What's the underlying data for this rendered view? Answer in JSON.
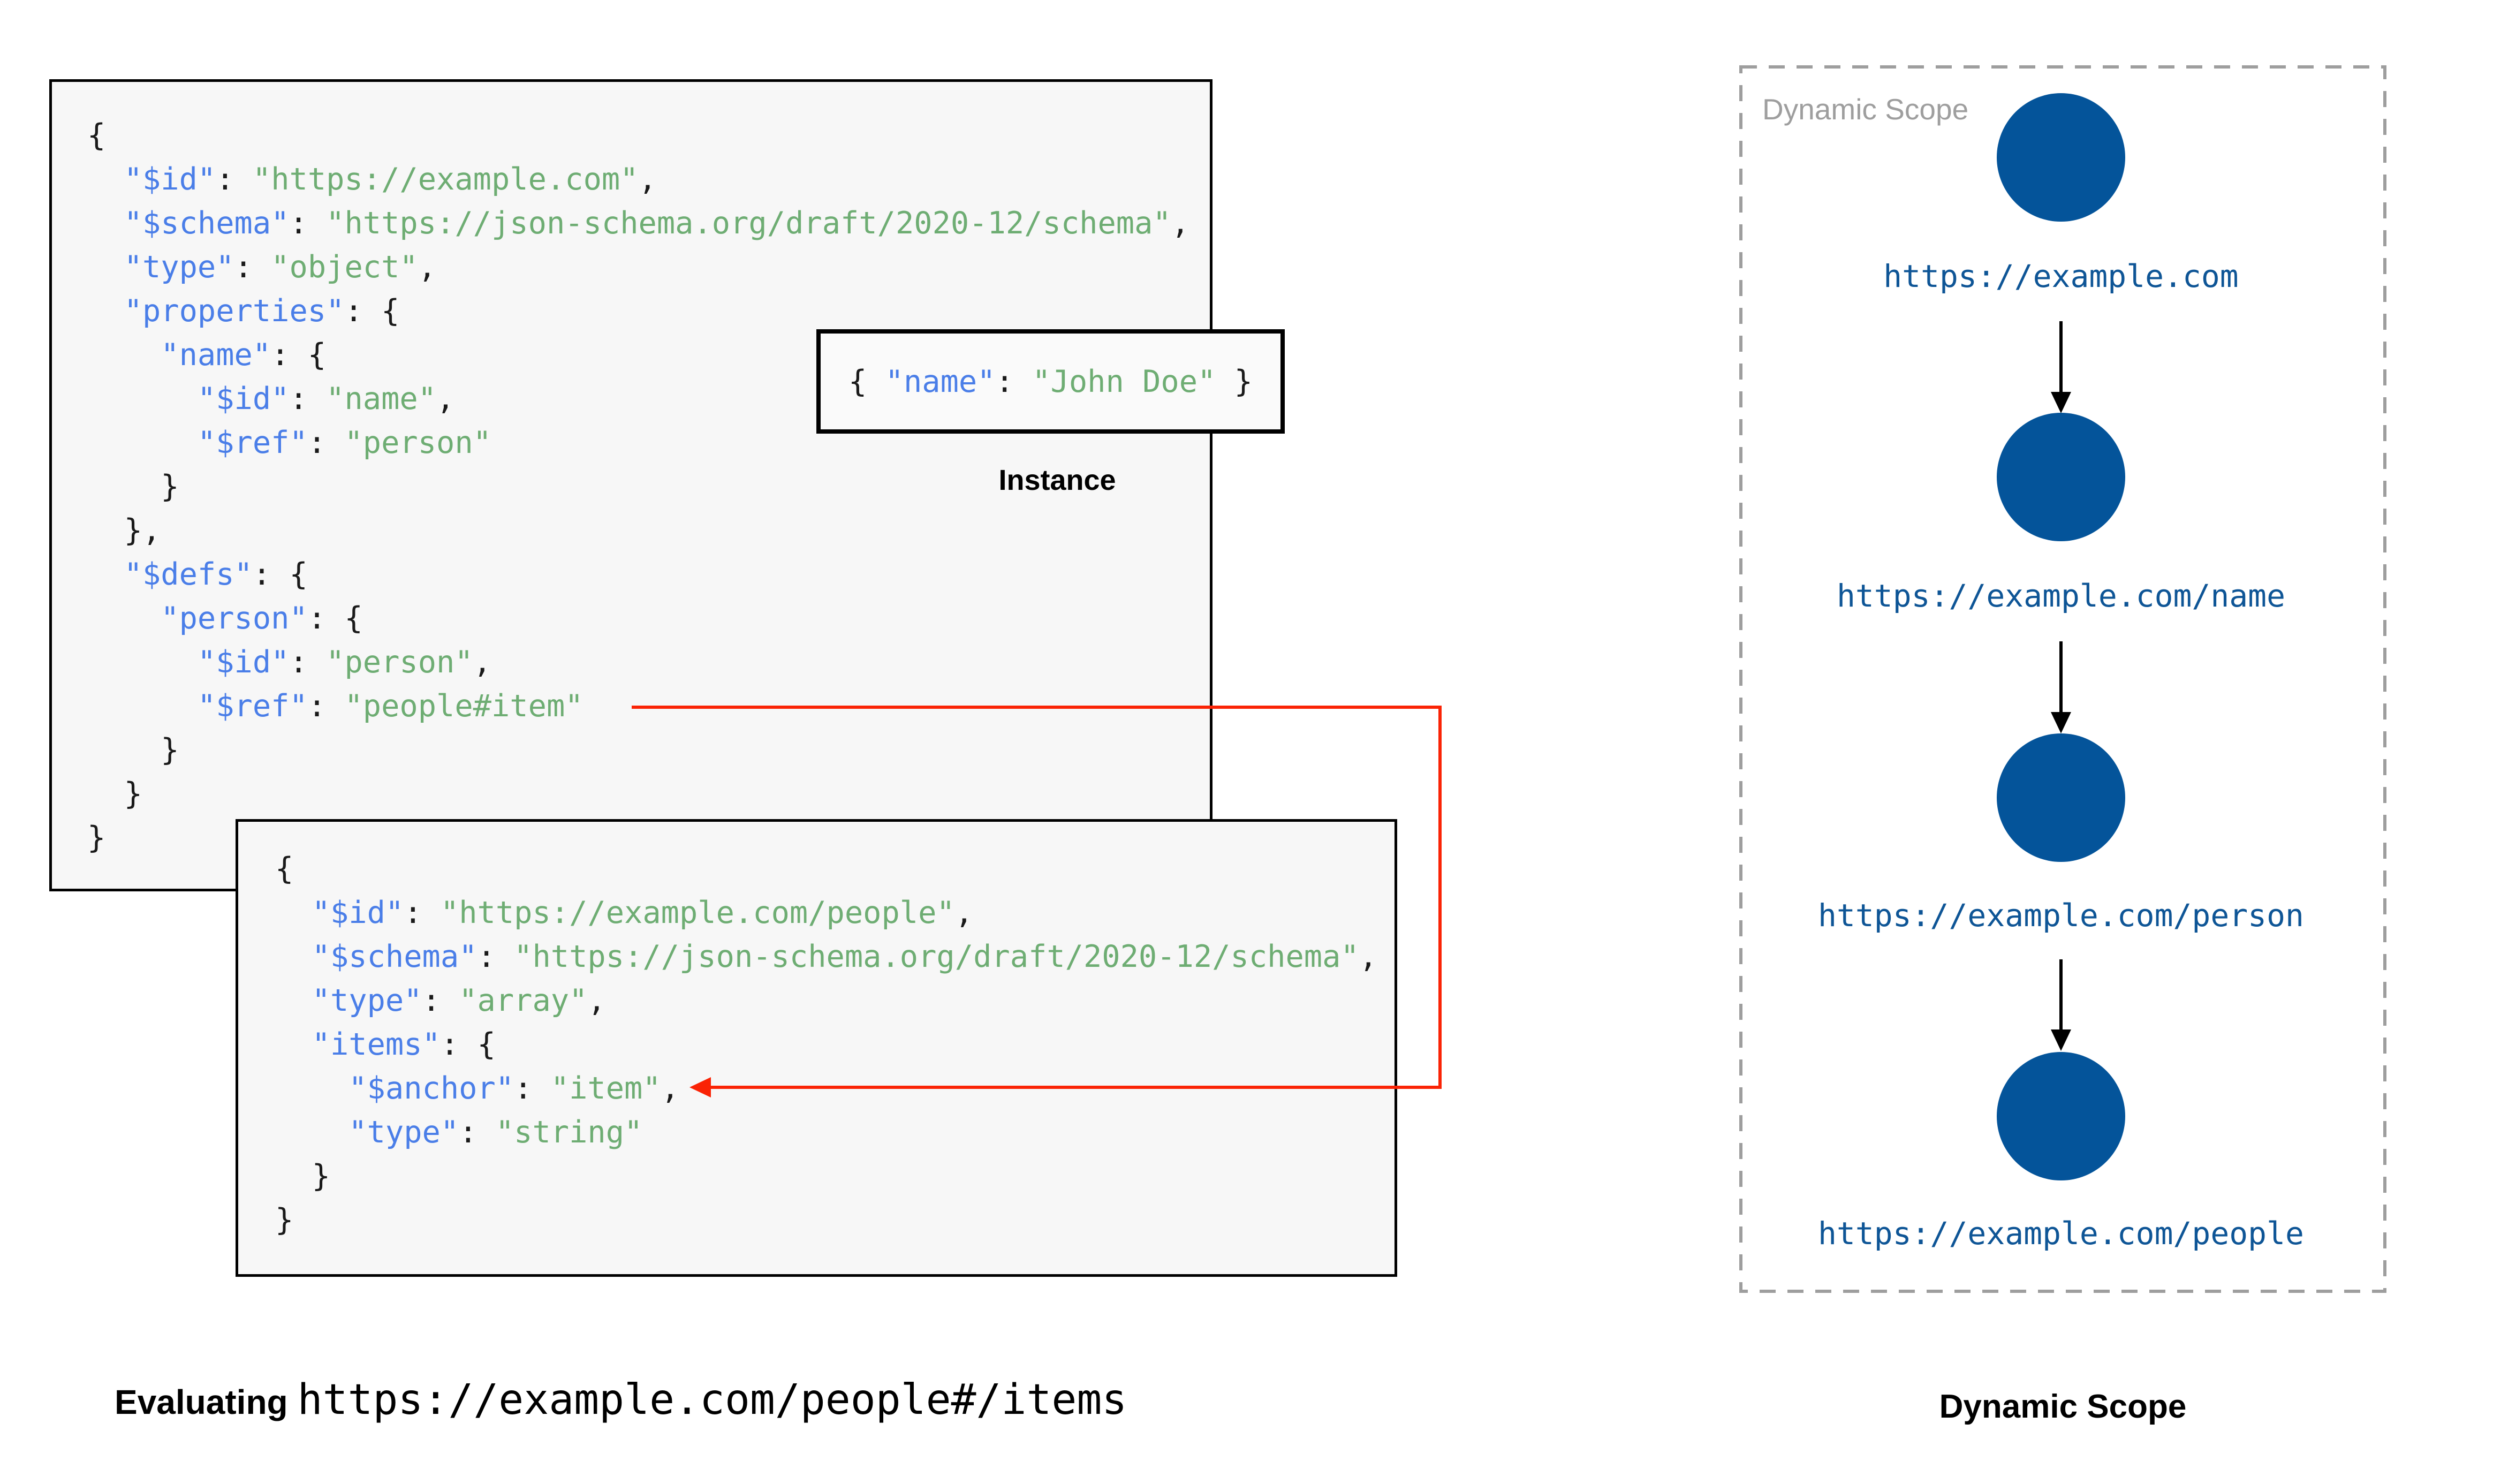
{
  "colors": {
    "key": "#4a7ee8",
    "string": "#6ead73",
    "punct": "#1a1a1a",
    "box_bg": "#f7f7f7",
    "box_border": "#000000",
    "node_blue": "#04549a",
    "url_blue": "#0e5596",
    "red": "#fa2305",
    "label_gray": "#9e9e9e"
  },
  "schema_a": {
    "lines": [
      [
        [
          "p",
          "{"
        ]
      ],
      [
        [
          "p",
          "  "
        ],
        [
          "k",
          "\"$id\""
        ],
        [
          "p",
          ": "
        ],
        [
          "s",
          "\"https://example.com\""
        ],
        [
          "p",
          ","
        ]
      ],
      [
        [
          "p",
          "  "
        ],
        [
          "k",
          "\"$schema\""
        ],
        [
          "p",
          ": "
        ],
        [
          "s",
          "\"https://json-schema.org/draft/2020-12/schema\""
        ],
        [
          "p",
          ","
        ]
      ],
      [
        [
          "p",
          "  "
        ],
        [
          "k",
          "\"type\""
        ],
        [
          "p",
          ": "
        ],
        [
          "s",
          "\"object\""
        ],
        [
          "p",
          ","
        ]
      ],
      [
        [
          "p",
          "  "
        ],
        [
          "k",
          "\"properties\""
        ],
        [
          "p",
          ": {"
        ]
      ],
      [
        [
          "p",
          "    "
        ],
        [
          "k",
          "\"name\""
        ],
        [
          "p",
          ": {"
        ]
      ],
      [
        [
          "p",
          "      "
        ],
        [
          "k",
          "\"$id\""
        ],
        [
          "p",
          ": "
        ],
        [
          "s",
          "\"name\""
        ],
        [
          "p",
          ","
        ]
      ],
      [
        [
          "p",
          "      "
        ],
        [
          "k",
          "\"$ref\""
        ],
        [
          "p",
          ": "
        ],
        [
          "s",
          "\"person\""
        ]
      ],
      [
        [
          "p",
          "    }"
        ]
      ],
      [
        [
          "p",
          "  },"
        ]
      ],
      [
        [
          "p",
          "  "
        ],
        [
          "k",
          "\"$defs\""
        ],
        [
          "p",
          ": {"
        ]
      ],
      [
        [
          "p",
          "    "
        ],
        [
          "k",
          "\"person\""
        ],
        [
          "p",
          ": {"
        ]
      ],
      [
        [
          "p",
          "      "
        ],
        [
          "k",
          "\"$id\""
        ],
        [
          "p",
          ": "
        ],
        [
          "s",
          "\"person\""
        ],
        [
          "p",
          ","
        ]
      ],
      [
        [
          "p",
          "      "
        ],
        [
          "k",
          "\"$ref\""
        ],
        [
          "p",
          ": "
        ],
        [
          "s",
          "\"people#item\""
        ]
      ],
      [
        [
          "p",
          "    }"
        ]
      ],
      [
        [
          "p",
          "  }"
        ]
      ],
      [
        [
          "p",
          "}"
        ]
      ]
    ]
  },
  "schema_b": {
    "lines": [
      [
        [
          "p",
          "{"
        ]
      ],
      [
        [
          "p",
          "  "
        ],
        [
          "k",
          "\"$id\""
        ],
        [
          "p",
          ": "
        ],
        [
          "s",
          "\"https://example.com/people\""
        ],
        [
          "p",
          ","
        ]
      ],
      [
        [
          "p",
          "  "
        ],
        [
          "k",
          "\"$schema\""
        ],
        [
          "p",
          ": "
        ],
        [
          "s",
          "\"https://json-schema.org/draft/2020-12/schema\""
        ],
        [
          "p",
          ","
        ]
      ],
      [
        [
          "p",
          "  "
        ],
        [
          "k",
          "\"type\""
        ],
        [
          "p",
          ": "
        ],
        [
          "s",
          "\"array\""
        ],
        [
          "p",
          ","
        ]
      ],
      [
        [
          "p",
          "  "
        ],
        [
          "k",
          "\"items\""
        ],
        [
          "p",
          ": {"
        ]
      ],
      [
        [
          "p",
          "    "
        ],
        [
          "k",
          "\"$anchor\""
        ],
        [
          "p",
          ": "
        ],
        [
          "s",
          "\"item\""
        ],
        [
          "p",
          ","
        ]
      ],
      [
        [
          "p",
          "    "
        ],
        [
          "k",
          "\"type\""
        ],
        [
          "p",
          ": "
        ],
        [
          "s",
          "\"string\""
        ]
      ],
      [
        [
          "p",
          "  }"
        ]
      ],
      [
        [
          "p",
          "}"
        ]
      ]
    ]
  },
  "instance": {
    "lines": [
      [
        [
          "p",
          "{ "
        ],
        [
          "k",
          "\"name\""
        ],
        [
          "p",
          ": "
        ],
        [
          "s",
          "\"John Doe\""
        ],
        [
          "p",
          " }"
        ]
      ]
    ],
    "label": "Instance"
  },
  "dynamic_scope": {
    "frame_label": "Dynamic Scope",
    "nodes": [
      {
        "url": "https://example.com"
      },
      {
        "url": "https://example.com/name"
      },
      {
        "url": "https://example.com/person"
      },
      {
        "url": "https://example.com/people"
      }
    ],
    "caption": "Dynamic Scope"
  },
  "evaluating": {
    "label": "Evaluating",
    "uri": "https://example.com/people#/items"
  }
}
